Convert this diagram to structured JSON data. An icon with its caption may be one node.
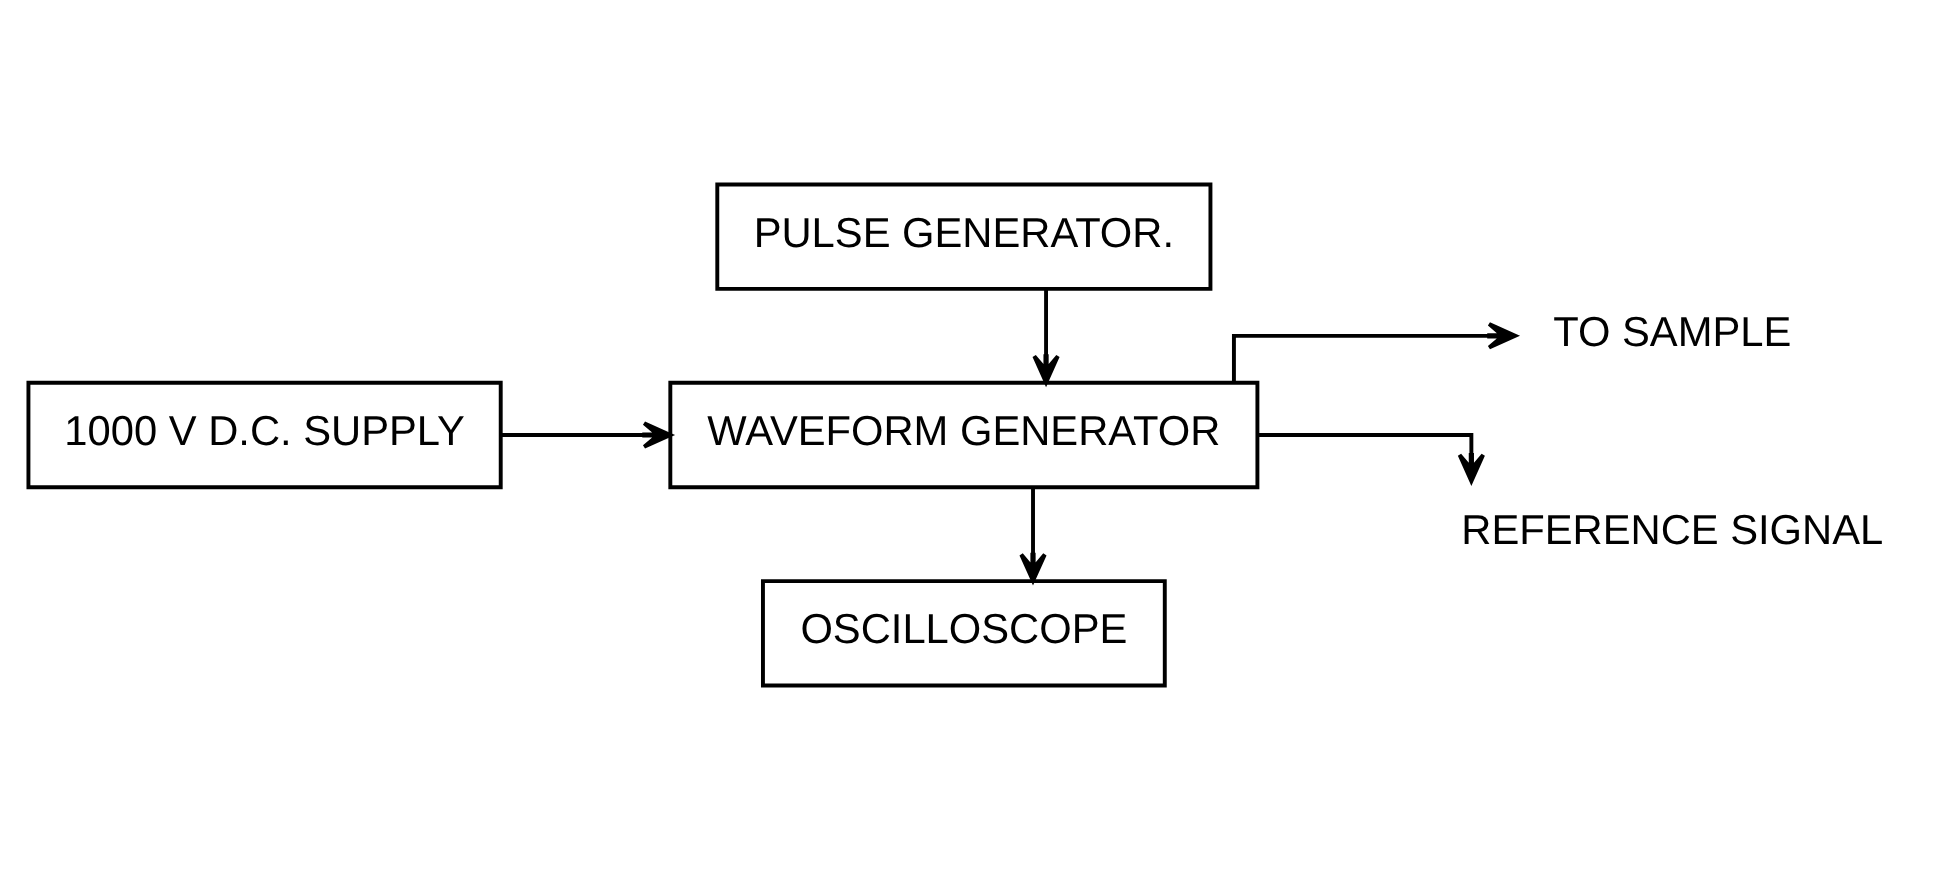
{
  "diagram": {
    "nodes": [
      {
        "text": [
          "OSCILLOSCOPE"
        ]
      },
      {
        "text": [
          "1000 V D.C. SUPPLY"
        ]
      },
      {
        "text": [
          "WAVEFORM GENERATOR"
        ]
      },
      {
        "text": [
          "PULSE GENERATOR."
        ]
      },
      {
        "text": [
          "TO SAMPLE"
        ]
      },
      {
        "text": [
          "REFERENCE SIGNAL"
        ]
      }
    ],
    "edges": [
      {
        "from": 1,
        "to": 2,
        "arrow": "to"
      },
      {
        "from": 2,
        "to": 0,
        "arrow": "to"
      },
      {
        "from": 3,
        "to": 2,
        "arrow": "to"
      },
      {
        "from": 2,
        "to": 4,
        "arrow": "to"
      },
      {
        "from": 2,
        "to": 5,
        "arrow": "to"
      }
    ]
  }
}
